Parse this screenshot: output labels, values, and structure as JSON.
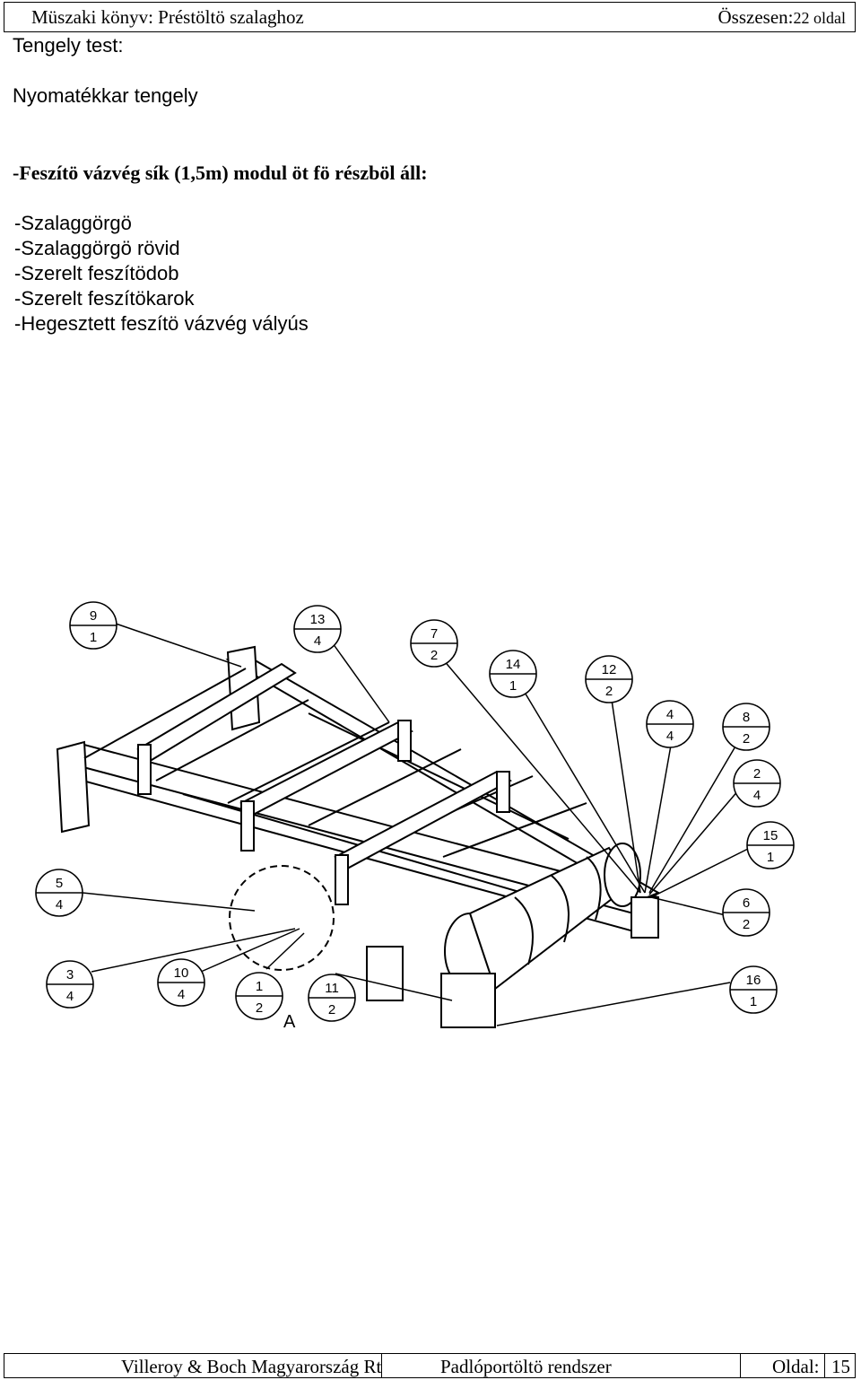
{
  "header": {
    "left": "Müszaki könyv: Préstöltö szalaghoz",
    "right_label": "Összesen:",
    "right_total": "22 oldal"
  },
  "title": "Tengely test:",
  "subtitle": "Nyomatékkar tengely",
  "heading": "-Feszítö vázvég sík (1,5m) modul öt fö részböl áll:",
  "items": [
    "-Szalaggörgö",
    "-Szalaggörgö rövid",
    "-Szerelt feszítödob",
    "-Szerelt feszítökarok",
    "-Hegesztett feszítö vázvég vályús"
  ],
  "drawing": {
    "balloons": [
      {
        "top": "9",
        "bottom": "1"
      },
      {
        "top": "13",
        "bottom": "4"
      },
      {
        "top": "7",
        "bottom": "2"
      },
      {
        "top": "14",
        "bottom": "1"
      },
      {
        "top": "12",
        "bottom": "2"
      },
      {
        "top": "4",
        "bottom": "4"
      },
      {
        "top": "8",
        "bottom": "2"
      },
      {
        "top": "2",
        "bottom": "4"
      },
      {
        "top": "15",
        "bottom": "1"
      },
      {
        "top": "6",
        "bottom": "2"
      },
      {
        "top": "16",
        "bottom": "1"
      },
      {
        "top": "5",
        "bottom": "4"
      },
      {
        "top": "3",
        "bottom": "4"
      },
      {
        "top": "10",
        "bottom": "4"
      },
      {
        "top": "1",
        "bottom": "2"
      },
      {
        "top": "11",
        "bottom": "2"
      }
    ],
    "detail_label": "A"
  },
  "footer": {
    "company": "Villeroy & Boch Magyarország Rt",
    "system": "Padlóportöltö rendszer",
    "page_label": "Oldal:",
    "page_number": "15"
  }
}
